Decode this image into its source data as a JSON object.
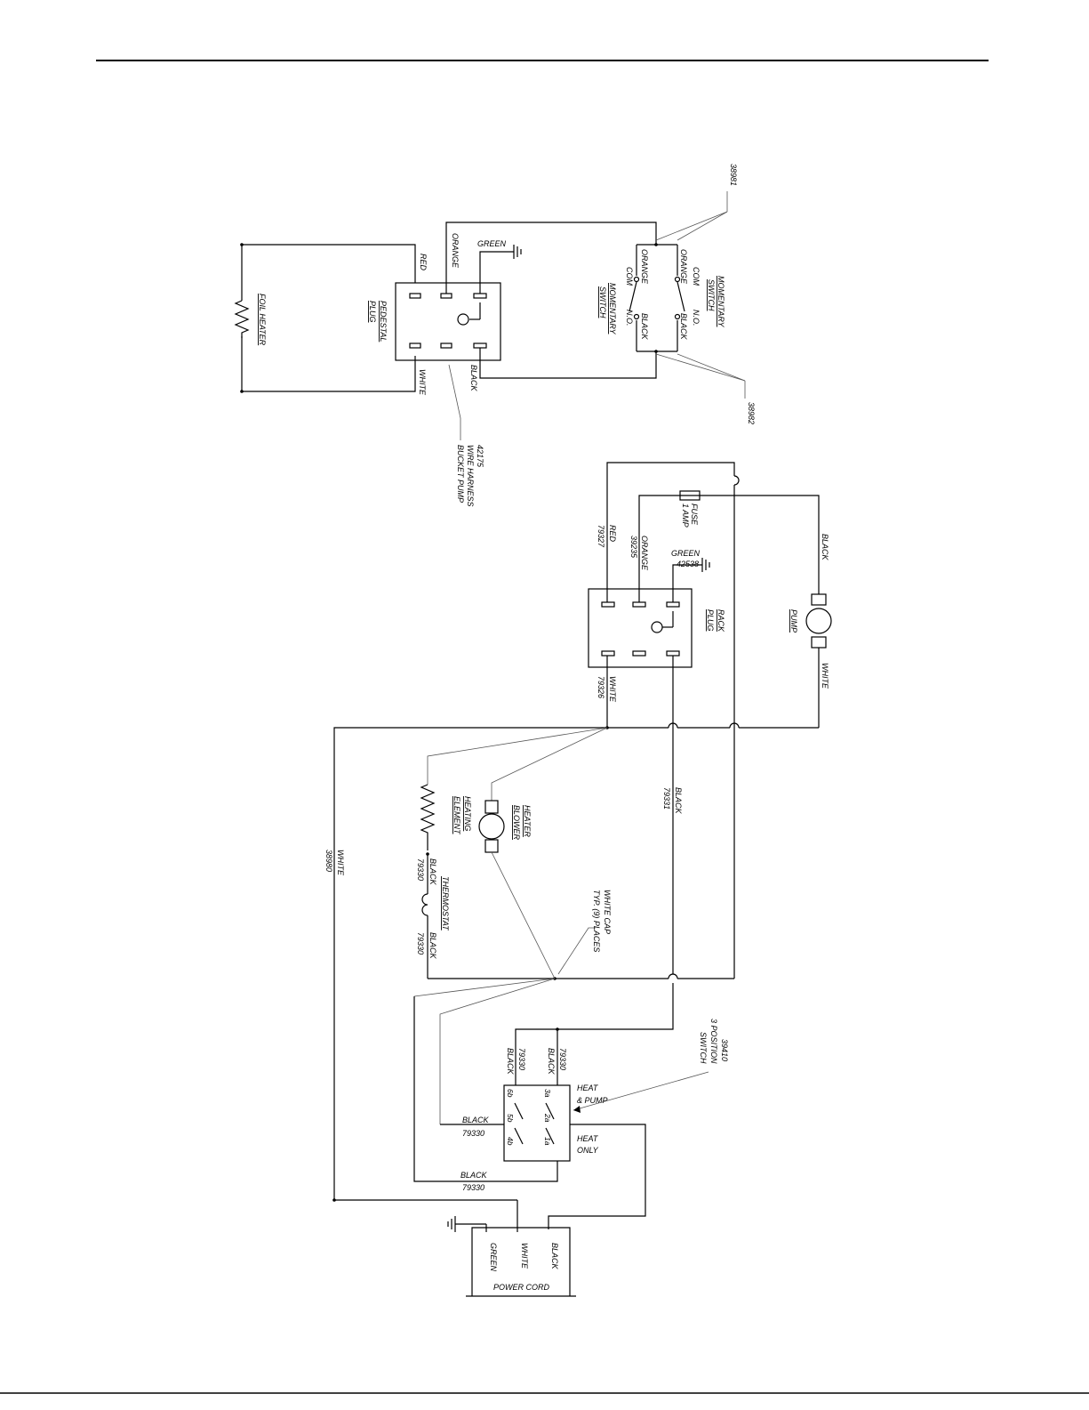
{
  "labels": {
    "foil_heater": "FOIL HEATER",
    "pedestal_plug": [
      "PEDESTAL",
      "PLUG"
    ],
    "red": "RED",
    "orange": "ORANGE",
    "green": "GREEN",
    "white": "WHITE",
    "black": "BLACK",
    "harness_pump": [
      "42175",
      "WIRE HARNESS",
      "BUCKET PUMP"
    ],
    "sw_part_top": "38981",
    "sw_part_bottom": "38982",
    "sw1_title": [
      "MOMENTARY",
      "SWITCH"
    ],
    "sw2_title": [
      "MOMENTARY",
      "SWITCH"
    ],
    "com": "COM",
    "no": "N.O.",
    "rack_plug": [
      "RACK",
      "PLUG"
    ],
    "fuse": [
      "FUSE",
      "1 AMP"
    ],
    "pump": "PUMP",
    "w79327": "79327",
    "w39235": "39235",
    "w42538": "42538",
    "w79326": "79326",
    "w79331": "79331",
    "w38980": "38980",
    "w79330": "79330",
    "heating_element": [
      "HEATING",
      "ELEMENT"
    ],
    "heater_blower": [
      "HEATER",
      "BLOWER"
    ],
    "thermostat": "THERMOSTAT",
    "white_cap": [
      "WHITE CAP",
      "TYP. (9) PLACES"
    ],
    "switch_part": [
      "39410",
      "3 POSITION",
      "SWITCH"
    ],
    "heat_pump": [
      "HEAT",
      "& PUMP"
    ],
    "heat_only": [
      "HEAT",
      "ONLY"
    ],
    "terminals": [
      "6b",
      "5b",
      "4b",
      "3a",
      "2a",
      "1a"
    ],
    "power_cord": "POWER CORD"
  }
}
